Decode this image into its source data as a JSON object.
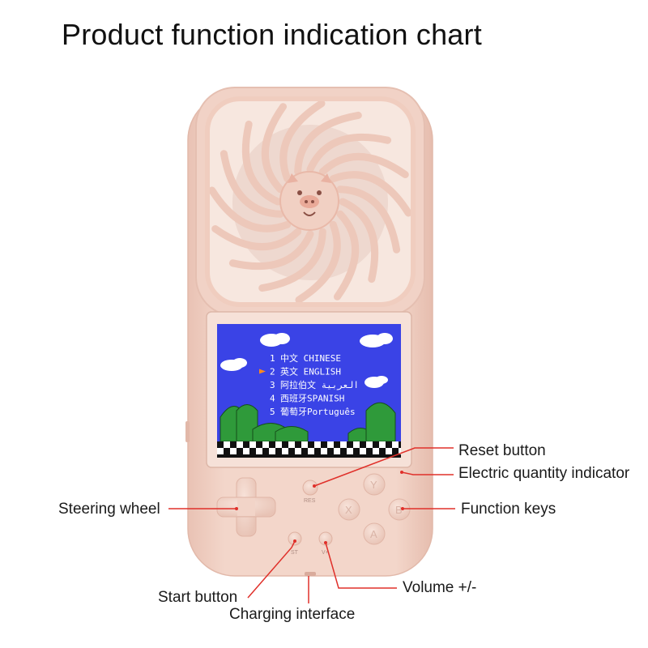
{
  "title": "Product function indication chart",
  "labels": {
    "reset": "Reset button",
    "electric": "Electric quantity indicator",
    "steering": "Steering wheel",
    "function": "Function keys",
    "start": "Start button",
    "charging": "Charging interface",
    "volume": "Volume +/-"
  },
  "screen": {
    "menu": [
      {
        "num": "1",
        "text": "中文 CHINESE"
      },
      {
        "num": "2",
        "text": "英文 ENGLISH"
      },
      {
        "num": "3",
        "text": "阿拉伯文 العربية"
      },
      {
        "num": "4",
        "text": "西班牙SPANISH"
      },
      {
        "num": "5",
        "text": "葡萄牙Português"
      }
    ],
    "selected_index": 1
  },
  "buttons": {
    "y": "Y",
    "x": "X",
    "b": "B",
    "a": "A",
    "res": "RES",
    "st": "ST",
    "v": "V+"
  },
  "colors": {
    "body": "#f0cfc2",
    "body_shade": "#e6bfb1",
    "screen_blue": "#3a43e6",
    "callout": "#e0302a",
    "text": "#1a1a1a"
  },
  "icons": [
    "fan-icon",
    "pig-face-icon",
    "dpad-icon",
    "cloud-icon",
    "arrow-cursor-icon"
  ]
}
